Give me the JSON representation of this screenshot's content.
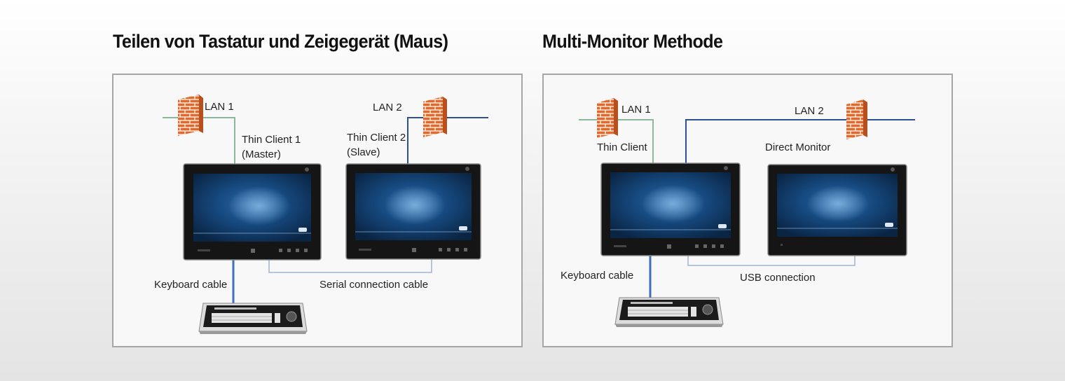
{
  "left": {
    "title": "Teilen von Tastatur und Zeigegerät (Maus)",
    "lan1": "LAN 1",
    "lan2": "LAN 2",
    "client1_line1": "Thin Client 1",
    "client1_line2": "(Master)",
    "client2_line1": "Thin Client 2",
    "client2_line2": "(Slave)",
    "keyboard_cable": "Keyboard cable",
    "serial_cable": "Serial connection cable"
  },
  "right": {
    "title": "Multi-Monitor Methode",
    "lan1": "LAN 1",
    "lan2": "LAN 2",
    "thin_client": "Thin Client",
    "direct_monitor": "Direct Monitor",
    "keyboard_cable": "Keyboard cable",
    "usb_connection": "USB connection"
  },
  "colors": {
    "lan1_line": "#8ab89a",
    "lan2_line": "#2d4f93",
    "keyboard_cable": "#3f6fc0",
    "connection_line": "#9fb2d2",
    "firewall": "#e06a2c",
    "screen": "#123a6a"
  }
}
